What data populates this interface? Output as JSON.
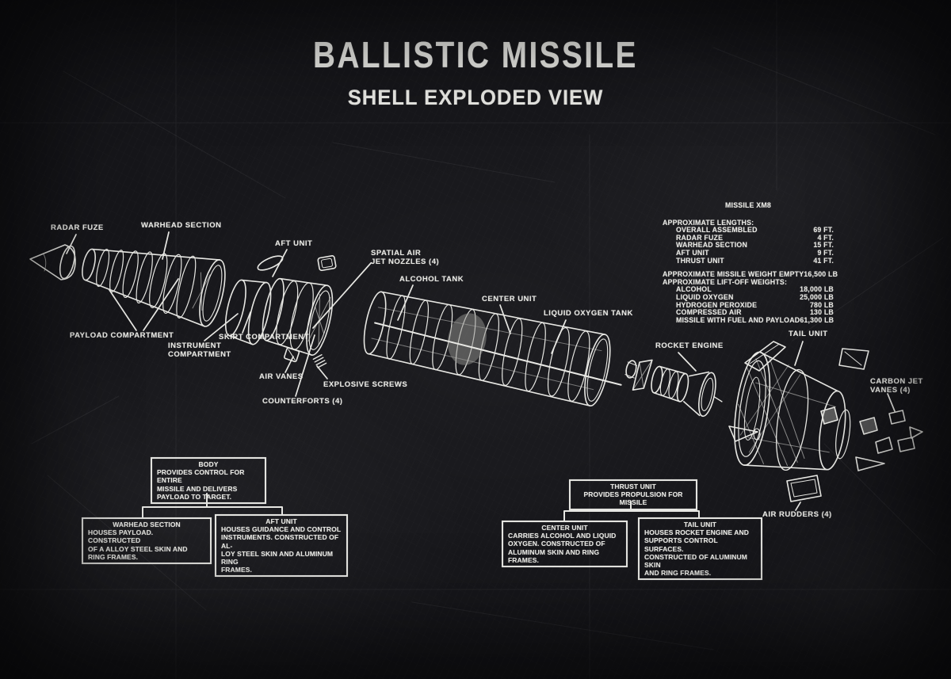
{
  "title": {
    "main": "BALLISTIC MISSILE",
    "subtitle": "SHELL EXPLODED VIEW"
  },
  "spec_table": {
    "header": "MISSILE XM8",
    "lengths": {
      "label": "APPROXIMATE LENGTHS:",
      "rows": [
        {
          "label": "OVERALL ASSEMBLED",
          "value": "69 FT."
        },
        {
          "label": "RADAR FUZE",
          "value": "4 FT."
        },
        {
          "label": "WARHEAD SECTION",
          "value": "15 FT."
        },
        {
          "label": "AFT UNIT",
          "value": "9 FT."
        },
        {
          "label": "THRUST UNIT",
          "value": "41 FT."
        }
      ]
    },
    "weight_empty": {
      "label": "APPROXIMATE MISSILE WEIGHT EMPTY",
      "value": "16,500 LB"
    },
    "liftoff": {
      "label": "APPROXIMATE LIFT-OFF WEIGHTS:",
      "rows": [
        {
          "label": "ALCOHOL",
          "value": "18,000 LB"
        },
        {
          "label": "LIQUID OXYGEN",
          "value": "25,000 LB"
        },
        {
          "label": "HYDROGEN PEROXIDE",
          "value": "780 LB"
        },
        {
          "label": "COMPRESSED AIR",
          "value": "130 LB"
        },
        {
          "label": "MISSILE WITH FUEL AND PAYLOAD",
          "value": "61,300 LB"
        }
      ]
    }
  },
  "part_labels": {
    "radar_fuze": "RADAR FUZE",
    "warhead_section": "WARHEAD SECTION",
    "payload_compartment": "PAYLOAD COMPARTMENT",
    "instrument_compartment": "INSTRUMENT\nCOMPARTMENT",
    "skirt_compartment": "SKIRT COMPARTMENT",
    "aft_unit": "AFT UNIT",
    "spatial_air_jet_nozzles": "SPATIAL AIR\nJET NOZZLES (4)",
    "alcohol_tank": "ALCOHOL TANK",
    "center_unit": "CENTER UNIT",
    "liquid_oxygen_tank": "LIQUID OXYGEN TANK",
    "air_vanes": "AIR VANES",
    "explosive_screws": "EXPLOSIVE SCREWS",
    "counterforts": "COUNTERFORTS (4)",
    "rocket_engine": "ROCKET ENGINE",
    "tail_unit": "TAIL UNIT",
    "carbon_jet_vanes": "CARBON JET\nVANES (4)",
    "air_rudders": "AIR RUDDERS (4)"
  },
  "info_boxes": {
    "body": {
      "title": "BODY",
      "text": "PROVIDES CONTROL FOR ENTIRE\nMISSILE AND DELIVERS\nPAYLOAD TO TARGET."
    },
    "warhead_section": {
      "title": "WARHEAD SECTION",
      "text": "HOUSES PAYLOAD.  CONSTRUCTED\nOF A ALLOY STEEL SKIN AND\nRING FRAMES."
    },
    "aft_unit": {
      "title": "AFT UNIT",
      "text": "HOUSES GUIDANCE AND CONTROL\nINSTRUMENTS.  CONSTRUCTED OF AL-\nLOY STEEL SKIN AND ALUMINUM RING\nFRAMES."
    },
    "thrust_unit": {
      "title": "THRUST UNIT",
      "text": "PROVIDES PROPULSION FOR MISSILE"
    },
    "center_unit": {
      "title": "CENTER UNIT",
      "text": "CARRIES ALCOHOL AND LIQUID\nOXYGEN.  CONSTRUCTED OF\nALUMINUM SKIN AND RING FRAMES."
    },
    "tail_unit": {
      "title": "TAIL UNIT",
      "text": "HOUSES ROCKET ENGINE AND\nSUPPORTS CONTROL SURFACES.\nCONSTRUCTED OF ALUMINUM SKIN\nAND RING FRAMES."
    }
  },
  "colors": {
    "chalkboard": "#16161a",
    "chalk": "#e8e8e4"
  }
}
